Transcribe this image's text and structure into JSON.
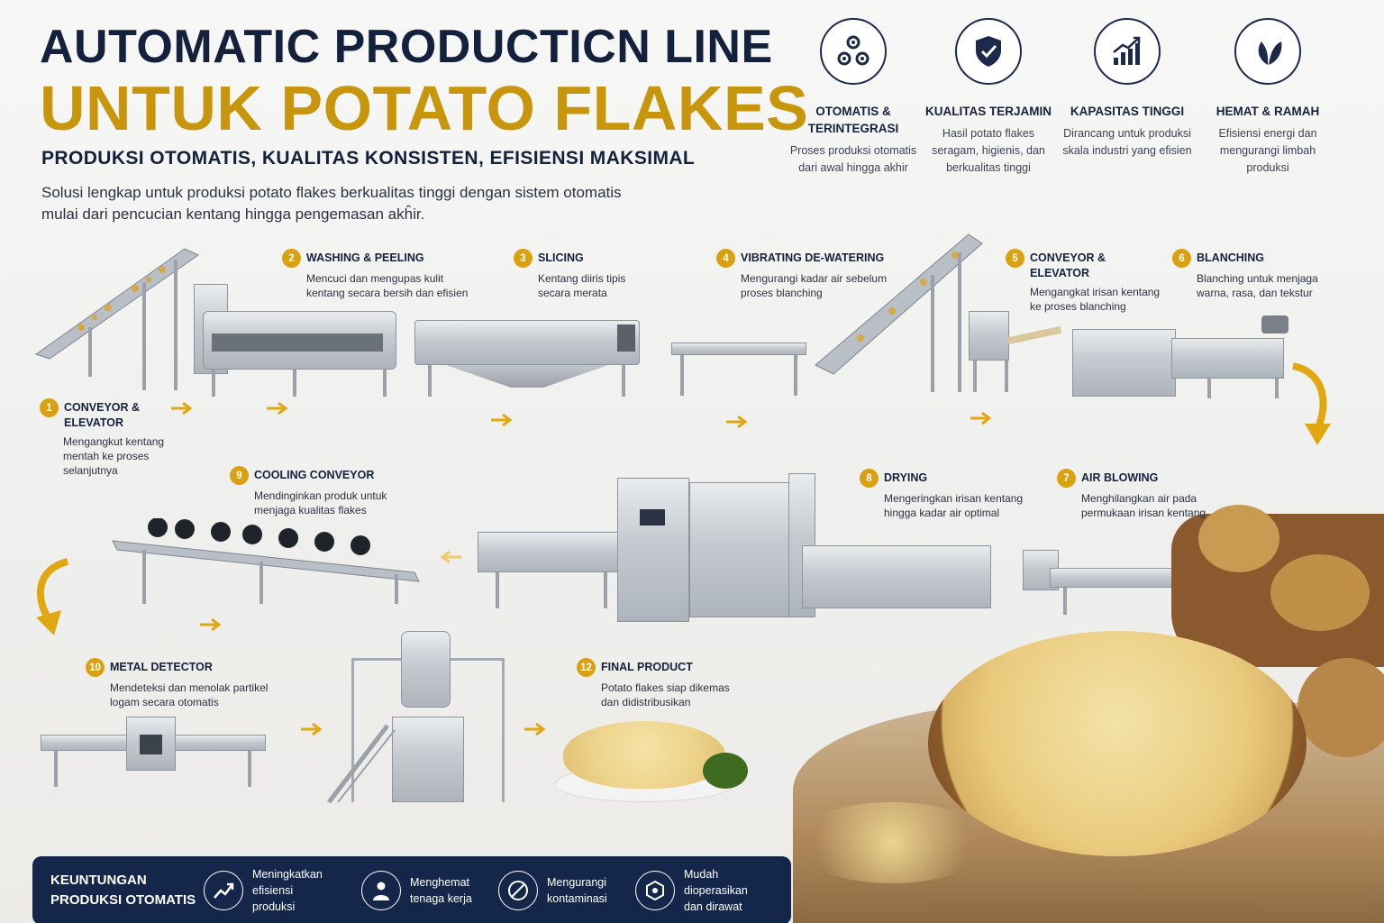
{
  "header": {
    "title_line1": "AUTOMATIC PRODUCTICN LINE",
    "title_line2": "UNTUK POTATO FLAKES",
    "subtitle": "PRODUKSI OTOMATIS, KUALITAS KONSISTEN, EFISIENSI MAKSIMAL",
    "description": "Solusi lengkap untuk produksi potato flakes berkualitas tinggi dengan sistem otomatis mulai dari pencucian kentang hingga pengemasan akĥir."
  },
  "features": [
    {
      "title": "OTOMATIS & TERINTEGRASI",
      "desc": "Proses produksi otomatis dari awal hingga akhir",
      "icon": "gears-icon"
    },
    {
      "title": "KUALITAS TERJAMIN",
      "desc": "Hasil potato flakes seragam, higienis, dan berkualitas tinggi",
      "icon": "shield-check-icon"
    },
    {
      "title": "KAPASITAS TINGGI",
      "desc": "Dirancang untuk produksi skala industri yang efisien",
      "icon": "growth-chart-icon"
    },
    {
      "title": "HEMAT & RAMAH",
      "desc": "Efisiensi energi dan mengurangi limbah produksi",
      "icon": "leaf-icon"
    }
  ],
  "steps": [
    {
      "num": "1",
      "title": "CONVEYOR & ELEVATOR",
      "desc": "Mengangkut kentang mentah ke proses selanjutnya"
    },
    {
      "num": "2",
      "title": "WASHING & PEELING",
      "desc": "Mencuci dan mengupas kulit kentang secara bersih dan efisien"
    },
    {
      "num": "3",
      "title": "SLICING",
      "desc": "Kentang diiris tipis secara merata"
    },
    {
      "num": "4",
      "title": "VIBRATING DE-WATERING",
      "desc": "Mengurangi kadar air sebelum proses blanching"
    },
    {
      "num": "5",
      "title": "CONVEYOR & ELEVATOR",
      "desc": "Mengangkat irisan kentang ke proses blanching"
    },
    {
      "num": "6",
      "title": "BLANCHING",
      "desc": "Blanching untuk menjaga warna, rasa, dan tekstur"
    },
    {
      "num": "7",
      "title": "AIR BLOWING",
      "desc": "Menghilangkan air pada permukaan irisan kentang"
    },
    {
      "num": "8",
      "title": "DRYING",
      "desc": "Mengeringkan irisan kentang hingga kadar air optimal"
    },
    {
      "num": "9",
      "title": "COOLING CONVEYOR",
      "desc": "Mendinginkan produk untuk menjaga kualitas flakes"
    },
    {
      "num": "10",
      "title": "METAL DETECTOR",
      "desc": "Mendeteksi dan menolak partikel logam secara otomatis"
    },
    {
      "num": "12",
      "title": "FINAL PRODUCT",
      "desc": "Potato flakes siap dikemas dan didistribusikan"
    }
  ],
  "benefits": {
    "title": "KEUNTUNGAN PRODUKSI OTOMATIS",
    "items": [
      {
        "text": "Meningkatkan efisiensi produksi",
        "icon": "trend-up-icon"
      },
      {
        "text": "Menghemat tenaga kerja",
        "icon": "worker-icon"
      },
      {
        "text": "Mengurangi kontaminasi",
        "icon": "no-contamination-icon"
      },
      {
        "text": "Mudah dioperasikan dan dirawat",
        "icon": "maintenance-icon"
      }
    ]
  },
  "colors": {
    "navy": "#14213d",
    "gold": "#c8960c",
    "badge": "#d9a012",
    "bar": "#14264a"
  }
}
